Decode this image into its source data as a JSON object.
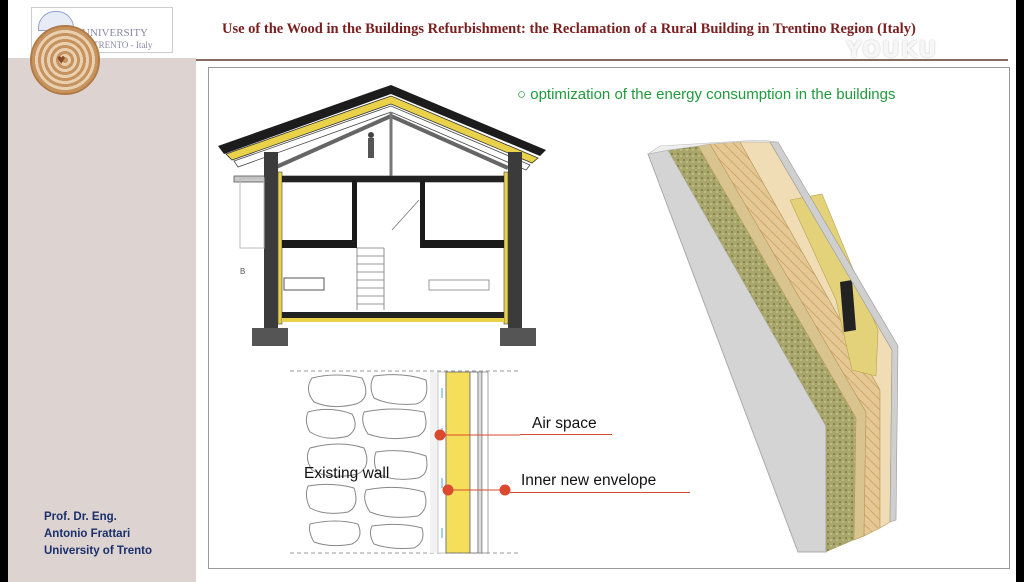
{
  "header": {
    "title": "Use of the Wood in the Buildings Refurbishment: the Reclamation of a Rural Building in Trentino Region (Italy)"
  },
  "logo": {
    "line1": "UNIVERSITY",
    "line2": "F TRENTO - Italy"
  },
  "watermark": "YOUKU",
  "sidebar": {
    "author_lines": [
      "Prof. Dr. Eng.",
      "Antonio Frattari",
      "University of Trento"
    ]
  },
  "main": {
    "bullet": "optimization of the energy consumption in the buildings",
    "section_mark": "B",
    "labels": {
      "air_space": "Air space",
      "existing_wall": "Existing wall",
      "inner_envelope": "Inner new envelope"
    }
  },
  "colors": {
    "title": "#7a1e1e",
    "bullet": "#1f9a3c",
    "author": "#1a2f6b",
    "sidebar": "#ddd4d1",
    "insulation": "#f5de5a",
    "marker": "#d94a2e"
  }
}
